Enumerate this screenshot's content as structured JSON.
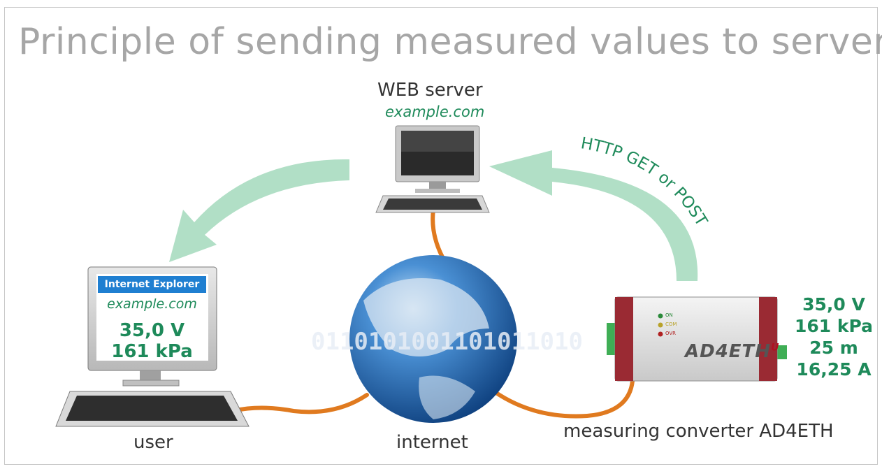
{
  "title": "Principle of sending measured values to server",
  "web_server": {
    "label": "WEB server",
    "domain": "example.com"
  },
  "user": {
    "label": "user",
    "browser_title": "Internet Explorer",
    "browser_domain": "example.com",
    "values": [
      "35,0 V",
      "161 kPa"
    ]
  },
  "internet": {
    "label": "internet"
  },
  "converter": {
    "label": "measuring converter AD4ETH",
    "device_logo_main": "AD4ETH",
    "device_logo_suffix": "U",
    "leds": [
      "ON",
      "COM",
      "OVR"
    ],
    "readings": [
      "35,0 V",
      "161 kPa",
      "25 m",
      "16,25 A"
    ]
  },
  "arrow": {
    "label": "HTTP GET or POST",
    "color": "#a8dcc0"
  },
  "colors": {
    "cable": "#e07a1f",
    "accent": "#1e8a5a",
    "title": "#a6a6a6"
  },
  "binary_text": "0110101001101011010"
}
